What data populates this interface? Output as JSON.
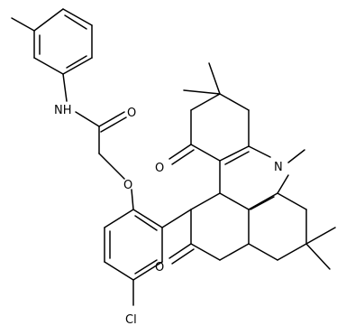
{
  "molecule": {
    "atoms": {
      "nh": "NH",
      "o_amide": "O",
      "o_ether": "O",
      "n_ring": "N",
      "o_ketone_top": "O",
      "o_ketone_bottom": "O",
      "cl": "Cl"
    }
  }
}
